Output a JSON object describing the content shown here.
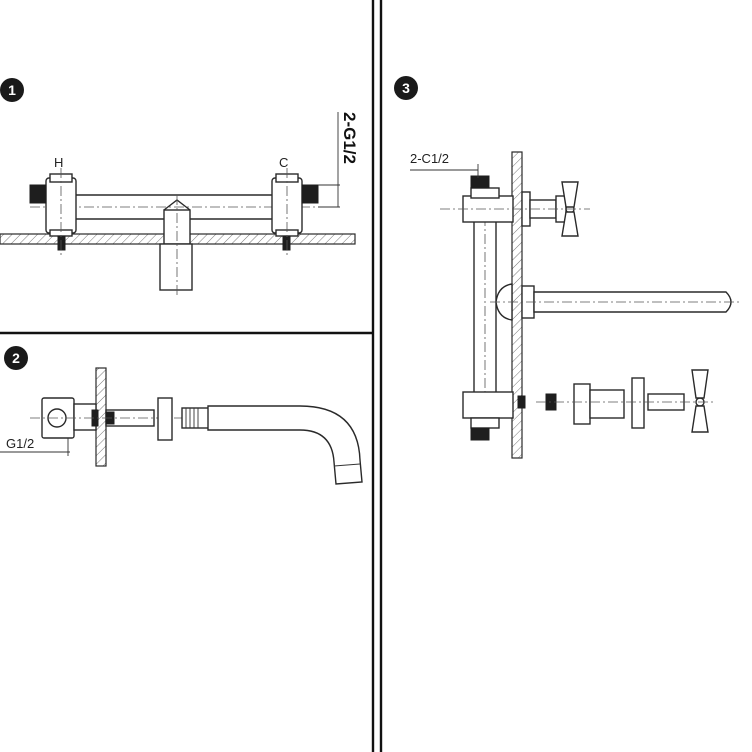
{
  "steps": [
    {
      "number": "1",
      "labels": {
        "hot": "H",
        "cold": "C",
        "connection": "2-G1/2"
      }
    },
    {
      "number": "2",
      "labels": {
        "connection": "G1/2"
      }
    },
    {
      "number": "3",
      "labels": {
        "connection": "2-C1/2"
      }
    }
  ],
  "colors": {
    "line": "#2a2a2a",
    "divider": "#111111",
    "badge": "#1a1a1a"
  }
}
